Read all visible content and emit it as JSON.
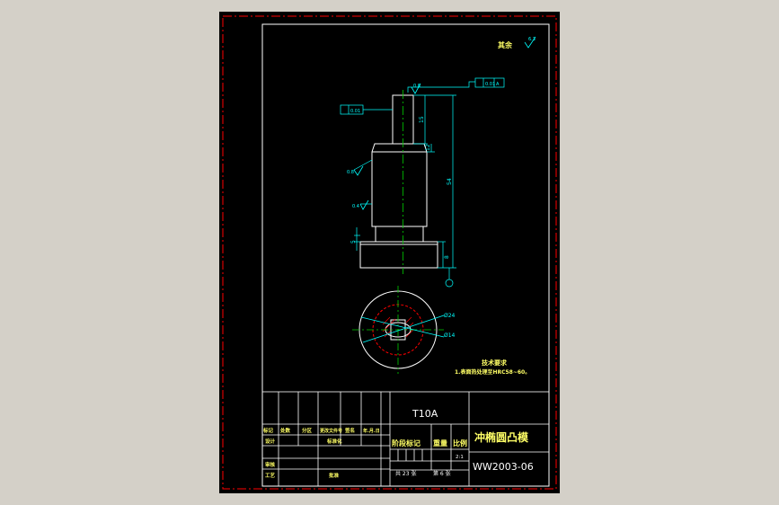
{
  "title_block": {
    "material": "T10A",
    "part_name": "冲椭圆凸模",
    "drawing_no": "WW2003-06",
    "scale_value": "2:1",
    "sheet_total": "共 23 张",
    "sheet_num": "第 6 张",
    "col_stage": "阶段标记",
    "col_weight": "重量",
    "col_scale": "比例",
    "rev_headers": [
      "标记",
      "处数",
      "分区",
      "更改文件号",
      "签名",
      "年.月.日"
    ],
    "row_design": "设计",
    "row_standard": "标准化",
    "row_review": "审核",
    "row_process": "工艺",
    "row_approve": "批准"
  },
  "notes": {
    "rest_label": "其余",
    "roughness_rest": "6.3",
    "tech_title": "技术要求",
    "tech_line1": "1.表面热处理至HRC58~60。"
  },
  "dims": {
    "d15": "15",
    "d12": "12",
    "d54": "54",
    "d8": "8",
    "d5": "5",
    "dia_outer": "Ø14",
    "dia_inner": "Ø24",
    "rough_a": "0.8",
    "rough_b": "0.8",
    "rough_c": "0.4",
    "datum": "A",
    "tol_left": "0.01",
    "tol_right": "0.01"
  },
  "colors": {
    "sheet_bg": "#000000",
    "outer_border": "#ff0000",
    "frame": "#ffffff",
    "outline": "#ffffff",
    "dimension": "#00ffff",
    "centerline": "#00cc00",
    "hatch": "#ff0000",
    "text_yellow": "#ffff66"
  }
}
